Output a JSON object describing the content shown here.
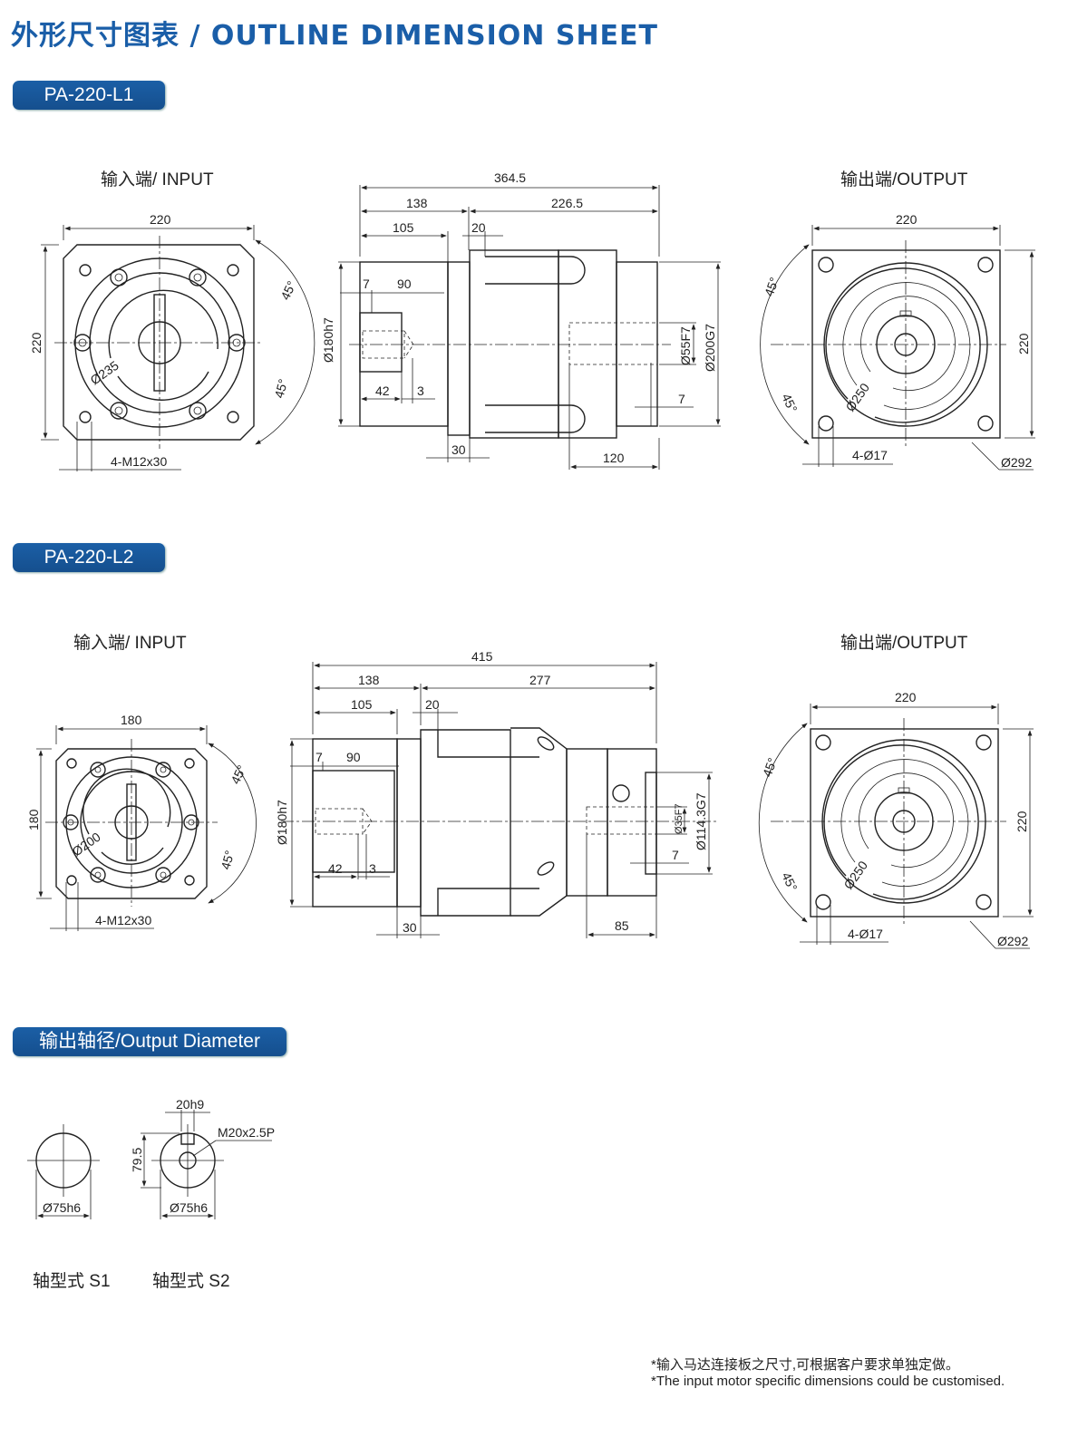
{
  "title": "外形尺寸图表 / OUTLINE DIMENSION SHEET",
  "section1": {
    "tag": "PA-220-L1",
    "input_label": "输入端/ INPUT",
    "output_label": "输出端/OUTPUT",
    "input_dims": {
      "w": "220",
      "h": "220",
      "pcd": "Ø235",
      "a1": "45°",
      "a2": "45°",
      "bolt": "4-M12x30"
    },
    "side_dims": {
      "total": "364.5",
      "d138": "138",
      "d226": "226.5",
      "d105": "105",
      "d20": "20",
      "d7": "7",
      "d90": "90",
      "d42": "42",
      "d3": "3",
      "d30": "30",
      "d120": "120",
      "d7b": "7",
      "dia180": "Ø180h7",
      "dia55": "Ø55F7",
      "dia200": "Ø200G7"
    },
    "output_dims": {
      "w": "220",
      "h": "220",
      "a1": "45°",
      "a2": "45°",
      "pcd": "Ø250",
      "holes": "4-Ø17",
      "dia": "Ø292"
    }
  },
  "section2": {
    "tag": "PA-220-L2",
    "input_label": "输入端/ INPUT",
    "output_label": "输出端/OUTPUT",
    "input_dims": {
      "w": "180",
      "h": "180",
      "pcd": "Ø200",
      "a1": "45°",
      "a2": "45°",
      "bolt": "4-M12x30"
    },
    "side_dims": {
      "total": "415",
      "d138": "138",
      "d277": "277",
      "d105": "105",
      "d20": "20",
      "d7": "7",
      "d90": "90",
      "d42": "42",
      "d3": "3",
      "d30": "30",
      "d85": "85",
      "d7b": "7",
      "dia180": "Ø180h7",
      "dia35": "Ø35F7",
      "dia114": "Ø114.3G7"
    },
    "output_dims": {
      "w": "220",
      "h": "220",
      "a1": "45°",
      "a2": "45°",
      "pcd": "Ø250",
      "holes": "4-Ø17",
      "dia": "Ø292"
    }
  },
  "section3": {
    "tag": "输出轴径/Output Diameter",
    "s1": {
      "dia": "Ø75h6",
      "label": "轴型式 S1"
    },
    "s2": {
      "dia": "Ø75h6",
      "key": "20h9",
      "height": "79.5",
      "thread": "M20x2.5P",
      "label": "轴型式 S2"
    }
  },
  "notes": {
    "cn": "*输入马达连接板之尺寸,可根据客户要求单独定做。",
    "en": "*The input motor specific dimensions could be customised."
  }
}
